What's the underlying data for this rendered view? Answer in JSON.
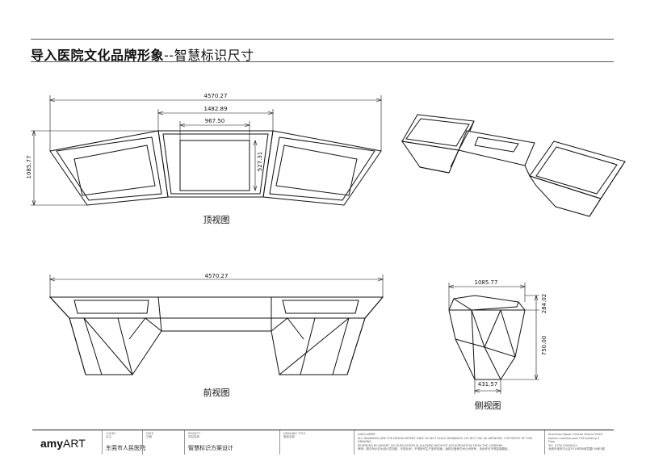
{
  "header": {
    "title": "导入医院文化品牌形象",
    "subtitle": "--智慧标识尺寸"
  },
  "views": {
    "top": {
      "label": "顶视图",
      "dims": {
        "overall_width": "4570.27",
        "middle_width": "1482.89",
        "screen_width": "967.50",
        "depth": "1085.77",
        "screen_height": "527.31"
      }
    },
    "front": {
      "label": "前视图",
      "dims": {
        "overall_width": "4570.27"
      }
    },
    "side": {
      "label": "侧视图",
      "dims": {
        "width": "1085.77",
        "top_height": "284.02",
        "height": "750.00",
        "base_width": "431.57"
      }
    }
  },
  "title_block": {
    "brand": {
      "prefix": "amy",
      "suffix": "ART"
    },
    "client": {
      "header": "CLIENT",
      "header_cn": "业主",
      "value": "东莞市人民医院"
    },
    "date": {
      "header": "DATE",
      "header_cn": "日期",
      "value": ""
    },
    "project": {
      "header": "PROJECT",
      "header_cn": "项目名称",
      "value": "智慧标识方案设计"
    },
    "drawing_title": {
      "header": "DRAWING TITLE",
      "header_cn": "图纸名称",
      "value": ""
    },
    "disclaimer": {
      "header": "DISCLAIMER",
      "lines": [
        "ALL DRAWINGS ARE FOR DESIGN INTENT ONLY. DO NOT SCALE DRAWINGS. DO NOT USE AS ARTWORK. COPYRIGHT OF THIS DRAWING",
        "RESERVED BY AMYART. NO DUPLICATION IS ALLOWED WITHOUT AUTHORIZATION FROM THE COMPANY.",
        "声明：图中所示仅为设计意向图，不按比例，不得用作生产制作档案。版权归爱美艺术公司所有，未经许可不得复制图纸。"
      ]
    },
    "address": {
      "lines": [
        "Shenzhen Baoan Central District F618",
        "fashion creative park F16 building 3 Floor",
        "Tel：0755-29556411",
        "深圳市宝安中心区F518时尚创意园F16栋3楼"
      ]
    }
  }
}
